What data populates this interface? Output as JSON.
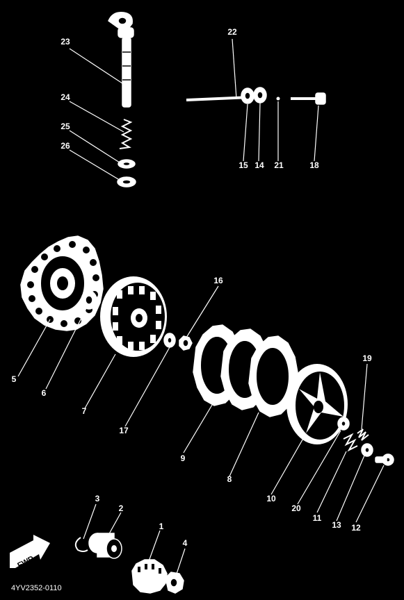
{
  "drawing_code": "4YV2352-0110",
  "fwd_label": "FWD",
  "callouts": [
    "1",
    "2",
    "3",
    "4",
    "5",
    "6",
    "7",
    "8",
    "9",
    "10",
    "11",
    "12",
    "13",
    "14",
    "15",
    "16",
    "17",
    "18",
    "19",
    "20",
    "21",
    "22",
    "23",
    "24",
    "25",
    "26"
  ]
}
